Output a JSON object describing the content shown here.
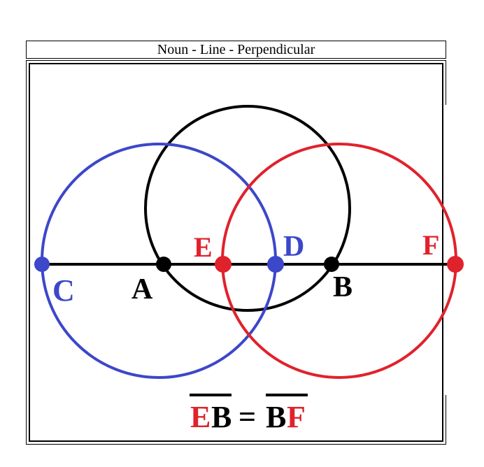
{
  "title": "Noun - Line - Perpendicular",
  "colors": {
    "black": "#000000",
    "blue": "#3d47c9",
    "red": "#e0222c"
  },
  "points": {
    "A": "A",
    "B": "B",
    "C": "C",
    "D": "D",
    "E": "E",
    "F": "F"
  },
  "equation": {
    "left_first": "E",
    "left_second": "B",
    "equals": "=",
    "right_first": "B",
    "right_second": "F"
  }
}
